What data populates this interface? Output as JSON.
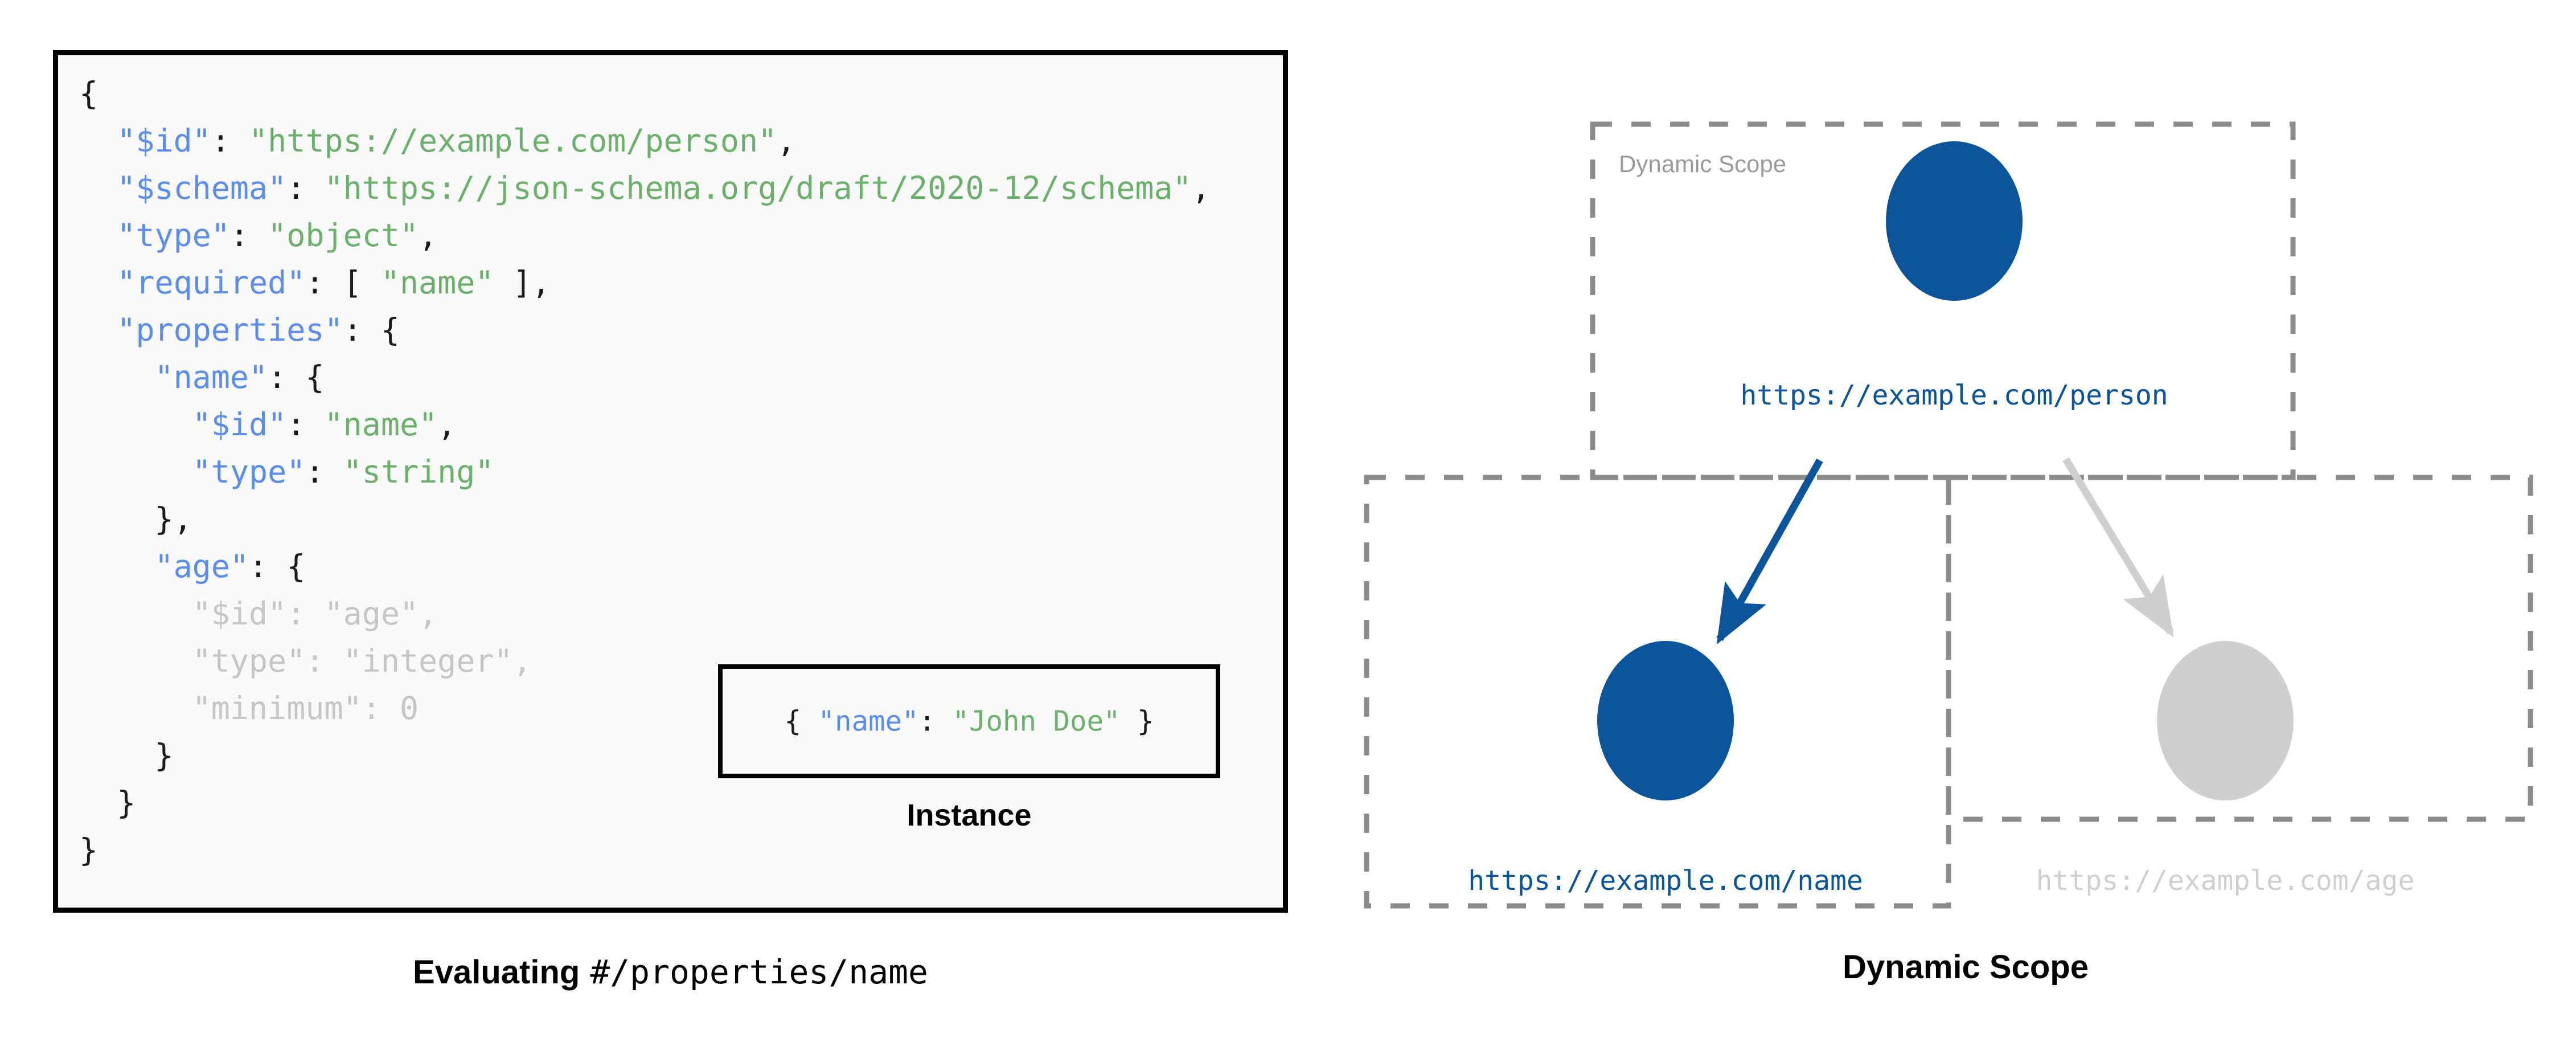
{
  "colors": {
    "node_active": "#0a549b",
    "node_muted": "#cfcfcf",
    "scope_border": "#8c8c8c",
    "scope_title": "#9a9a9a",
    "code_key": "#5b8dee",
    "code_value": "#6bb06b",
    "code_punct": "#1a1a1a",
    "code_dim": "#c6c6c6",
    "panel_bg": "#f9f9f9",
    "panel_border": "#000000"
  },
  "code_panel": {
    "lines": [
      {
        "indent": 0,
        "tokens": [
          {
            "t": "{",
            "c": "p"
          }
        ]
      },
      {
        "indent": 1,
        "tokens": [
          {
            "t": "\"$id\"",
            "c": "k"
          },
          {
            "t": ": ",
            "c": "p"
          },
          {
            "t": "\"https://example.com/person\"",
            "c": "v"
          },
          {
            "t": ",",
            "c": "p"
          }
        ]
      },
      {
        "indent": 1,
        "tokens": [
          {
            "t": "\"$schema\"",
            "c": "k"
          },
          {
            "t": ": ",
            "c": "p"
          },
          {
            "t": "\"https://json-schema.org/draft/2020-12/schema\"",
            "c": "v"
          },
          {
            "t": ",",
            "c": "p"
          }
        ]
      },
      {
        "indent": 1,
        "tokens": [
          {
            "t": "\"type\"",
            "c": "k"
          },
          {
            "t": ": ",
            "c": "p"
          },
          {
            "t": "\"object\"",
            "c": "v"
          },
          {
            "t": ",",
            "c": "p"
          }
        ]
      },
      {
        "indent": 1,
        "tokens": [
          {
            "t": "\"required\"",
            "c": "k"
          },
          {
            "t": ": [ ",
            "c": "p"
          },
          {
            "t": "\"name\"",
            "c": "v"
          },
          {
            "t": " ],",
            "c": "p"
          }
        ]
      },
      {
        "indent": 1,
        "tokens": [
          {
            "t": "\"properties\"",
            "c": "k"
          },
          {
            "t": ": {",
            "c": "p"
          }
        ]
      },
      {
        "indent": 2,
        "tokens": [
          {
            "t": "\"name\"",
            "c": "k"
          },
          {
            "t": ": {",
            "c": "p"
          }
        ]
      },
      {
        "indent": 3,
        "tokens": [
          {
            "t": "\"$id\"",
            "c": "k"
          },
          {
            "t": ": ",
            "c": "p"
          },
          {
            "t": "\"name\"",
            "c": "v"
          },
          {
            "t": ",",
            "c": "p"
          }
        ]
      },
      {
        "indent": 3,
        "tokens": [
          {
            "t": "\"type\"",
            "c": "k"
          },
          {
            "t": ": ",
            "c": "p"
          },
          {
            "t": "\"string\"",
            "c": "v"
          }
        ]
      },
      {
        "indent": 2,
        "tokens": [
          {
            "t": "},",
            "c": "p"
          }
        ]
      },
      {
        "indent": 2,
        "tokens": [
          {
            "t": "\"age\"",
            "c": "k"
          },
          {
            "t": ": {",
            "c": "p"
          }
        ]
      },
      {
        "indent": 3,
        "tokens": [
          {
            "t": "\"$id\"",
            "c": "dim"
          },
          {
            "t": ": ",
            "c": "dim"
          },
          {
            "t": "\"age\"",
            "c": "dim"
          },
          {
            "t": ",",
            "c": "dim"
          }
        ]
      },
      {
        "indent": 3,
        "tokens": [
          {
            "t": "\"type\"",
            "c": "dim"
          },
          {
            "t": ": ",
            "c": "dim"
          },
          {
            "t": "\"integer\"",
            "c": "dim"
          },
          {
            "t": ",",
            "c": "dim"
          }
        ]
      },
      {
        "indent": 3,
        "tokens": [
          {
            "t": "\"minimum\"",
            "c": "dim"
          },
          {
            "t": ": ",
            "c": "dim"
          },
          {
            "t": "0",
            "c": "dim"
          }
        ]
      },
      {
        "indent": 2,
        "tokens": [
          {
            "t": "}",
            "c": "p"
          }
        ]
      },
      {
        "indent": 1,
        "tokens": [
          {
            "t": "}",
            "c": "p"
          }
        ]
      },
      {
        "indent": 0,
        "tokens": [
          {
            "t": "}",
            "c": "p"
          }
        ]
      }
    ]
  },
  "instance": {
    "code_tokens": [
      {
        "t": "{ ",
        "c": "p"
      },
      {
        "t": "\"name\"",
        "c": "k"
      },
      {
        "t": ": ",
        "c": "p"
      },
      {
        "t": "\"John Doe\"",
        "c": "v"
      },
      {
        "t": " }",
        "c": "p"
      }
    ],
    "label": "Instance"
  },
  "left_caption": {
    "bold_text": "Evaluating",
    "mono_text": "#/properties/name"
  },
  "diagram": {
    "scope_title": "Dynamic Scope",
    "nodes": [
      {
        "id": "person",
        "label": "https://example.com/person",
        "state": "active"
      },
      {
        "id": "name",
        "label": "https://example.com/name",
        "state": "active"
      },
      {
        "id": "age",
        "label": "https://example.com/age",
        "state": "muted"
      }
    ],
    "edges": [
      {
        "from": "person",
        "to": "name",
        "state": "active"
      },
      {
        "from": "person",
        "to": "age",
        "state": "muted"
      }
    ]
  },
  "right_caption": {
    "text": "Dynamic Scope"
  }
}
